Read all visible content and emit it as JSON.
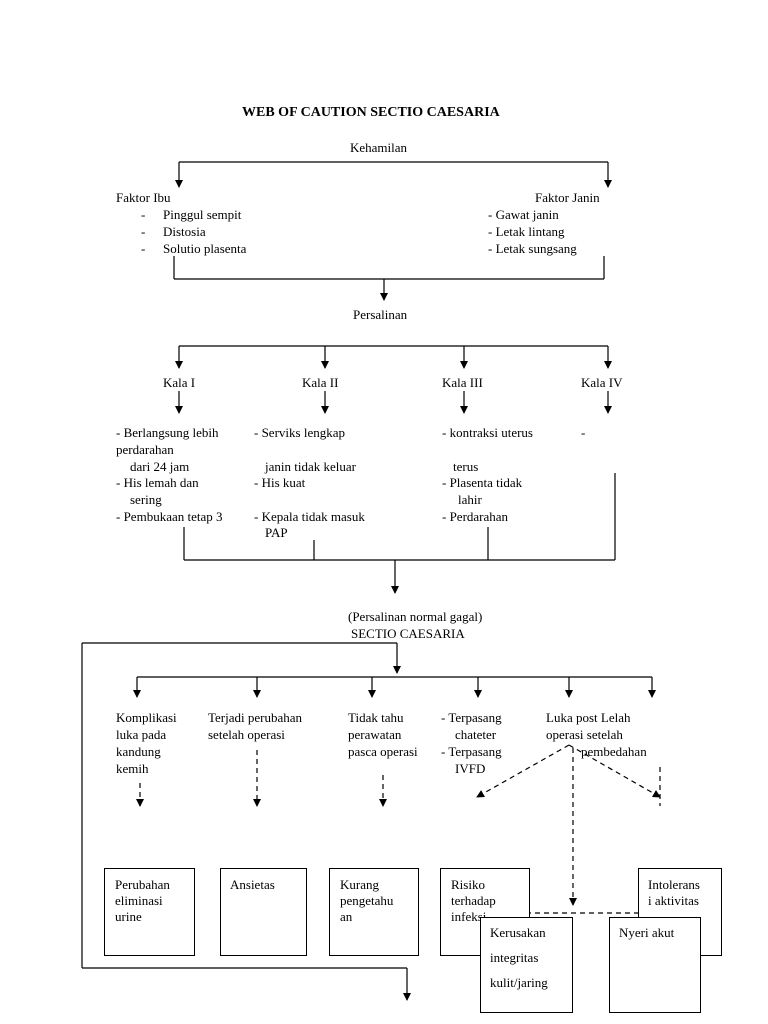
{
  "title": "WEB OF CAUTION SECTIO CAESARIA",
  "kehamilan": "Kehamilan",
  "faktor_ibu": {
    "label": "Faktor Ibu",
    "items": [
      "Pinggul sempit",
      "Distosia",
      "Solutio plasenta"
    ]
  },
  "faktor_janin": {
    "label": "Faktor Janin",
    "items": [
      "- Gawat janin",
      "- Letak lintang",
      "- Letak sungsang"
    ]
  },
  "persalinan": "Persalinan",
  "kala": [
    "Kala I",
    "Kala II",
    "Kala III",
    "Kala IV"
  ],
  "kala1_lines": [
    "-  Berlangsung lebih",
    "perdarahan",
    "dari 24 jam",
    "-  His lemah dan",
    "sering",
    "-  Pembukaan tetap 3"
  ],
  "kala2_lines": [
    "-  Serviks lengkap",
    "janin tidak keluar",
    "- His kuat",
    "- Kepala tidak masuk",
    "PAP"
  ],
  "kala3_lines": [
    "-  kontraksi uterus",
    "terus",
    "-  Plasenta tidak",
    "lahir",
    "-  Perdarahan"
  ],
  "kala4_lines": [
    "-"
  ],
  "persalinan_gagal": "(Persalinan normal gagal)",
  "sectio": "SECTIO CAESARIA",
  "effects": {
    "komplikasi": [
      "Komplikasi",
      "luka pada",
      "kandung",
      "kemih"
    ],
    "perubahan": [
      "Terjadi perubahan",
      "setelah operasi"
    ],
    "tidak_tahu": [
      "Tidak tahu",
      "perawatan",
      "pasca operasi"
    ],
    "terpasang": [
      "- Terpasang",
      "chateter",
      "- Terpasang",
      "IVFD"
    ],
    "luka_post": [
      "Luka post  Lelah",
      "operasi setelah",
      "pembedahan"
    ]
  },
  "boxes": {
    "eliminasi": [
      "Perubahan",
      "eliminasi",
      "urine"
    ],
    "ansietas": [
      "Ansietas"
    ],
    "kurang": [
      "Kurang",
      "pengetahu",
      "an"
    ],
    "risiko": [
      "Risiko",
      "terhadap",
      "infeksi"
    ],
    "intoleransi": [
      "Intolerans",
      "i aktivitas"
    ],
    "kerusakan": [
      "Kerusakan",
      "integritas",
      "kulit/jaring"
    ],
    "nyeri": [
      "Nyeri akut"
    ]
  }
}
